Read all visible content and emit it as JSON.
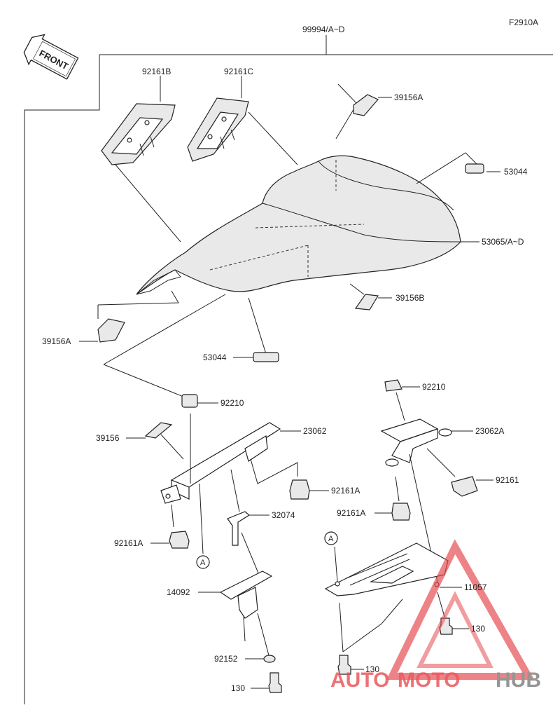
{
  "figure_id": "F2910A",
  "front_label": "FRONT",
  "assembly_label": "99994/A~D",
  "callouts": {
    "circle_a": "A"
  },
  "parts": {
    "p92161B": "92161B",
    "p92161C": "92161C",
    "p39156A_top": "39156A",
    "p53044_top": "53044",
    "p53065": "53065/A~D",
    "p39156B": "39156B",
    "p39156A_left": "39156A",
    "p53044_mid": "53044",
    "p92210_left": "92210",
    "p92210_right": "92210",
    "p39156": "39156",
    "p23062": "23062",
    "p23062A": "23062A",
    "p92161": "92161",
    "p92161A_mid": "92161A",
    "p92161A_right": "92161A",
    "p92161A_left": "92161A",
    "p32074": "32074",
    "p11057": "11057",
    "p14092": "14092",
    "p130_right": "130",
    "p130_bottom_mid": "130",
    "p92152": "92152",
    "p130_bottom": "130"
  },
  "watermark": {
    "part1": "AUTO",
    "part2": "MOTO",
    "part3": "HUB",
    "color_red": "#e5484d",
    "color_gray": "#8a8a8a"
  }
}
